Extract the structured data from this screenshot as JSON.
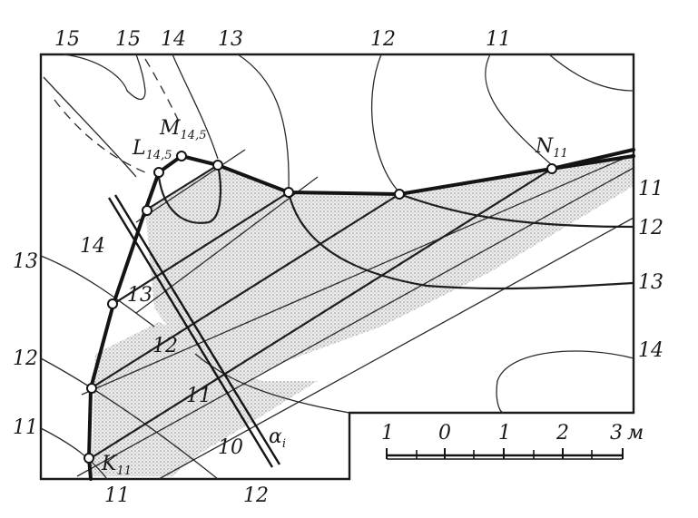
{
  "top_labels": [
    "15",
    "15",
    "14",
    "13",
    "12",
    "11"
  ],
  "left_labels": [
    "13",
    "12",
    "11"
  ],
  "right_labels": [
    "11",
    "12",
    "13",
    "14"
  ],
  "bottom_labels": [
    "11",
    "12"
  ],
  "inner_labels": [
    "14",
    "13",
    "12",
    "11",
    "10"
  ],
  "points": {
    "M": {
      "letter": "M",
      "sub": "14,5"
    },
    "L": {
      "letter": "L",
      "sub": "14,5"
    },
    "N": {
      "letter": "N",
      "sub": "11"
    },
    "K": {
      "letter": "K",
      "sub": "11"
    }
  },
  "line_label": {
    "letter": "α",
    "sub": "i"
  },
  "scale_bar": {
    "ticks": [
      "1",
      "0",
      "1",
      "2",
      "3"
    ],
    "unit": "м"
  },
  "colors": {
    "ink": "#141414",
    "shade": "#c8c8c8",
    "paper": "#ffffff"
  }
}
